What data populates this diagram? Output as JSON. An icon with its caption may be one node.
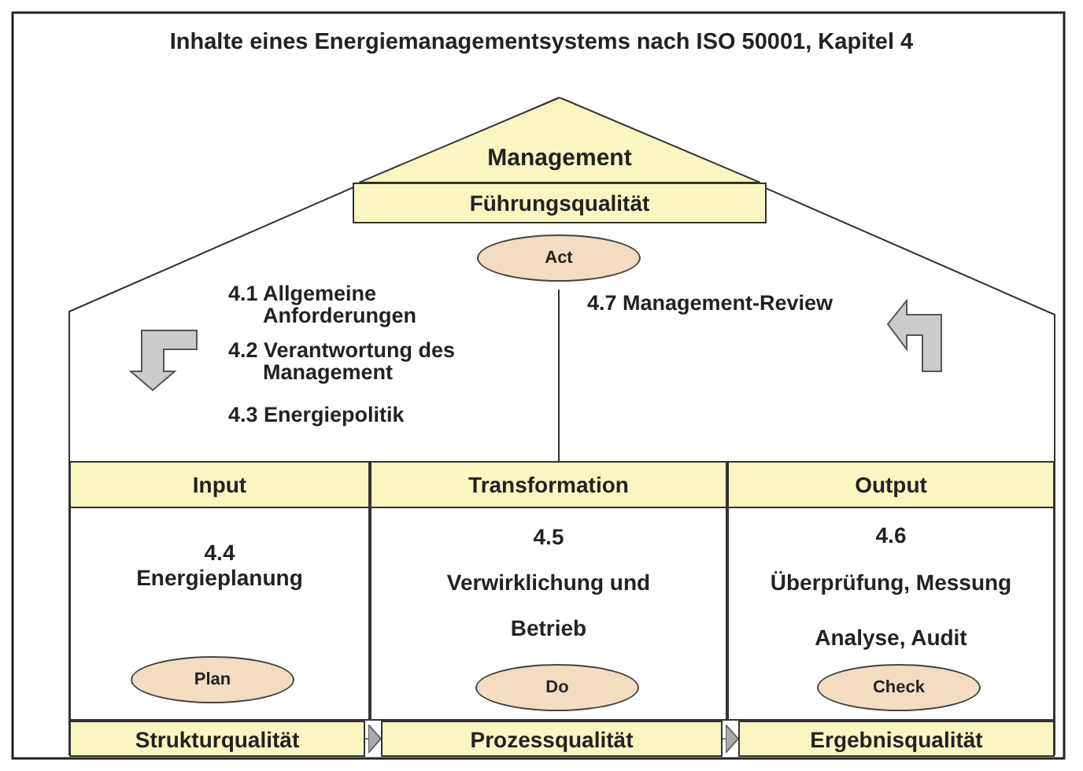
{
  "diagram": {
    "title": "Inhalte eines Energiemanagementsystems nach ISO 50001, Kapitel 4",
    "nodes": [
      {
        "text": [
          "Management"
        ]
      },
      {
        "text": [
          "Führungsqualität"
        ]
      },
      {
        "text": [
          "Act"
        ]
      },
      {
        "text": [
          "Input"
        ]
      },
      {
        "text": [
          "Transformation"
        ]
      },
      {
        "text": [
          "Output"
        ]
      },
      {
        "text": [
          "4.4",
          "Energieplanung"
        ]
      },
      {
        "text": [
          "Plan"
        ],
        "in": 6
      },
      {
        "text": [
          "4.5",
          "Verwirklichung und Betrieb"
        ]
      },
      {
        "text": [
          "Do"
        ],
        "in": 8
      },
      {
        "text": [
          "4.6",
          "Überprüfung, Messung",
          "Analyse, Audit"
        ]
      },
      {
        "text": [
          "Check"
        ],
        "in": 10
      },
      {
        "text": [
          "Strukturqualität"
        ]
      },
      {
        "text": [
          "Prozessqualität"
        ]
      },
      {
        "text": [
          "Ergebnisqualität"
        ]
      }
    ],
    "edges": [
      {
        "from": 12,
        "to": 13,
        "arrow": "to"
      },
      {
        "from": 13,
        "to": 14,
        "arrow": "to"
      }
    ],
    "labels": [
      "4.1 Allgemeine Anforderungen",
      "4.2 Verantwortung des Management",
      "4.3 Energiepolitik",
      "4.7 Management-Review"
    ]
  }
}
